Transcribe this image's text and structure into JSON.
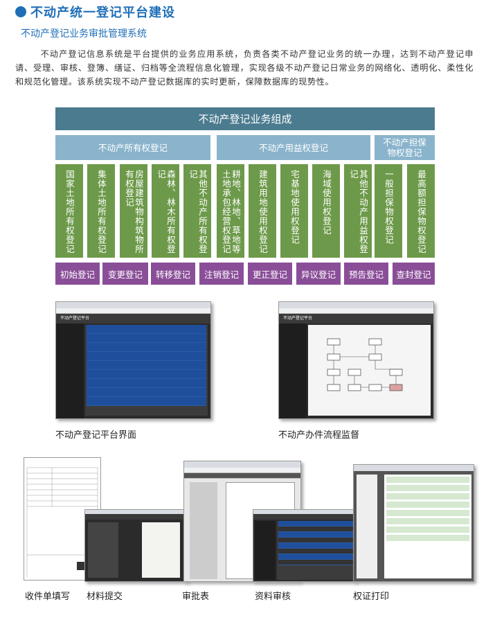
{
  "header": {
    "title": "不动产统一登记平台建设",
    "subtitle": "不动产登记业务审批管理系统"
  },
  "intro": "不动产登记信息系统是平台提供的业务应用系统，负责各类不动产登记业务的统一办理，达到不动产登记申请、受理、审核、登簿、缮证、归档等全流程信息化管理，实现各级不动产登记日常业务的网络化、透明化、柔性化和规范化管理。该系统实现不动产登记数据库的实时更新，保障数据库的现势性。",
  "diagram": {
    "top": "不动产登记业务组成",
    "categories": [
      "不动产所有权登记",
      "不动产用益权登记",
      "不动产担保物权登记"
    ],
    "items": [
      "国家土地所有权登记",
      "集体土地所有权登记",
      "房屋建筑物构筑物所有权登记",
      "森林、林木所有权登记",
      "其他不动产所有权登记",
      "耕地、林地、草地等土地承包经营权登记",
      "建筑用地使用权登记",
      "宅基地使用权登记",
      "海域使用权登记",
      "其他不动产用益权登记",
      "一般担保物权登记",
      "最高额担保物权登记"
    ],
    "actions": [
      "初始登记",
      "变更登记",
      "转移登记",
      "注销登记",
      "更正登记",
      "异议登记",
      "预告登记",
      "查封登记"
    ]
  },
  "screens": {
    "platform_caption": "不动产登记平台界面",
    "flow_caption": "不动产办件流程监督",
    "app_title": "不动产登记平台",
    "bottom_captions": [
      "收件单填写",
      "材料提交",
      "审批表",
      "资料审核",
      "权证打印"
    ]
  }
}
